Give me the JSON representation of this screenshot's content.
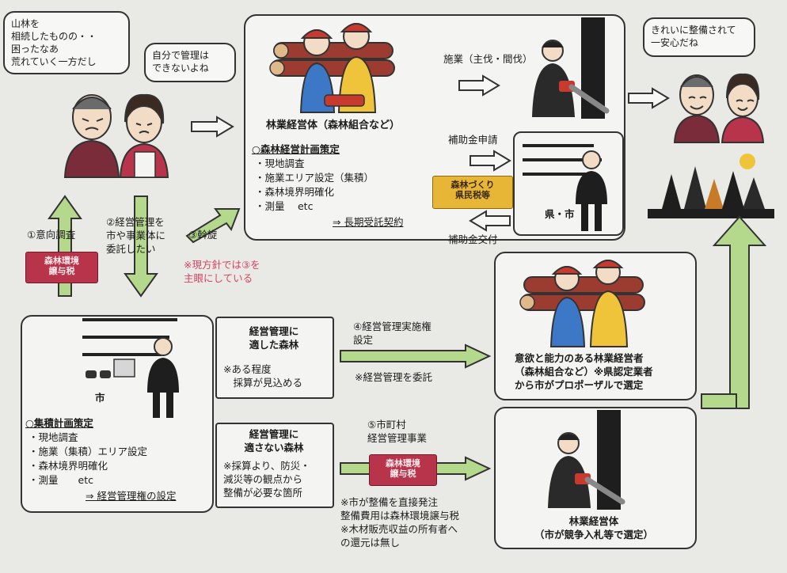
{
  "bubbles": {
    "owner_worry": "山林を\n相続したものの・・\n困ったなあ\n荒れていく一方だし",
    "cannot_manage": "自分で管理は\nできないよね",
    "relief": "きれいに整備されて\n一安心だね"
  },
  "top_center": {
    "title": "林業経営体（森林組合など）",
    "plan_heading": "○森林経営計画策定",
    "items": [
      "・現地調査",
      "・施業エリア設定（集積）",
      "・森林境界明確化",
      "・測量　 etc"
    ],
    "contract": "⇒ 長期受託契約"
  },
  "logging_label": "施業（主伐・間伐）",
  "subsidy_apply": "補助金申請",
  "subsidy_grant": "補助金交付",
  "prefecture_city": "県・市",
  "forest_tax_banner": "森林づくり\n県民税等",
  "left_flow": {
    "survey": "①意向調査",
    "request": "②経営管理を\n市や事業体に\n委託したい",
    "mediation": "③斡旋",
    "note": "※現方針では③を\n主眼にしている"
  },
  "env_tax_banner": "森林環境\n譲与税",
  "city_box": {
    "label": "市",
    "plan_heading": "○集積計画策定",
    "items": [
      "・現地調査",
      "・施業（集積）エリア設定",
      "・森林境界明確化",
      "・測量　　etc"
    ],
    "setting": "⇒ 経営管理権の設定"
  },
  "suited": {
    "title": "経営管理に\n適した森林",
    "note": "※ある程度\n　採算が見込める"
  },
  "not_suited": {
    "title": "経営管理に\n適さない森林",
    "note": "※採算より、防災・\n減災等の観点から\n整備が必要な箇所"
  },
  "right_flow": {
    "step4": "④経営管理実施権\n設定",
    "step4_note": "※経営管理を委託",
    "step5": "⑤市町村\n経営管理事業",
    "step5_note": "※市が整備を直接発注\n整備費用は森林環境譲与税\n※木材販売収益の所有者へ\nの還元は無し"
  },
  "mid_right": {
    "caption": "意欲と能力のある林業経営者\n（森林組合など）※県認定業者\nから市がプロポーザルで選定"
  },
  "bottom_right": {
    "caption": "林業経営体\n（市が競争入札等で選定）"
  },
  "colors": {
    "arrow_green": "#b4d98c",
    "banner_red": "#b8344a",
    "banner_yellow": "#e7b636",
    "note_red": "#d7435e"
  }
}
